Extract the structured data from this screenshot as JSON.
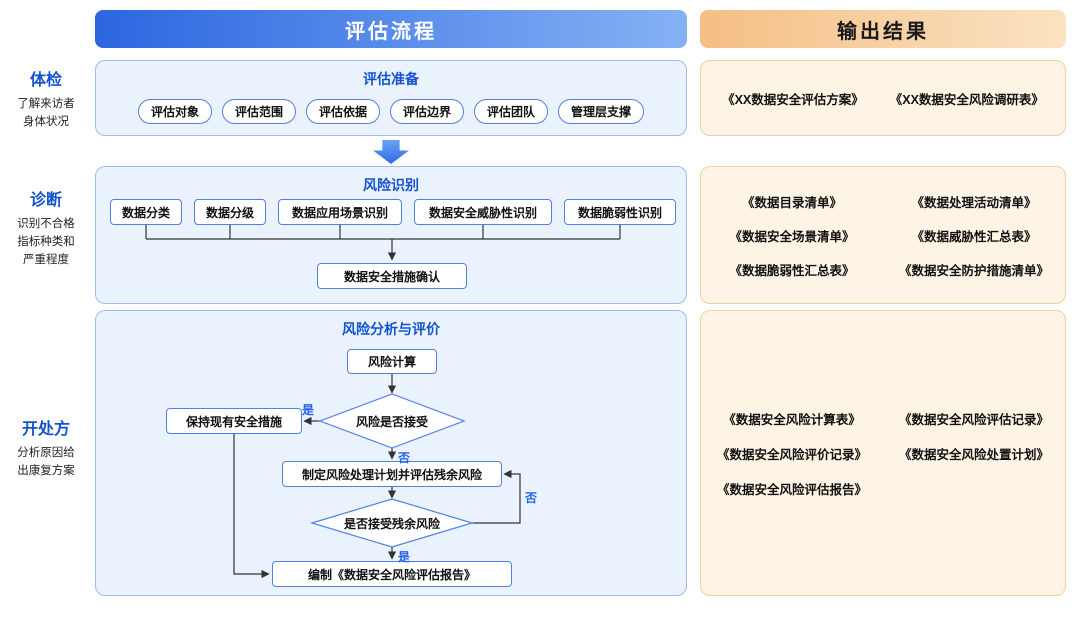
{
  "header": {
    "process_title": "评估流程",
    "output_title": "输出结果"
  },
  "stages": [
    {
      "name": "体检",
      "desc": "了解来访者\n身体状况"
    },
    {
      "name": "诊断",
      "desc": "识别不合格\n指标种类和\n严重程度"
    },
    {
      "name": "开处方",
      "desc": "分析原因给\n出康复方案"
    }
  ],
  "flow": {
    "prep": {
      "title": "评估准备",
      "pills": [
        "评估对象",
        "评估范围",
        "评估依据",
        "评估边界",
        "评估团队",
        "管理层支撑"
      ]
    },
    "identify": {
      "title": "风险识别",
      "boxes": [
        "数据分类",
        "数据分级",
        "数据应用场景识别",
        "数据安全威胁性识别",
        "数据脆弱性识别"
      ],
      "confirm": "数据安全措施确认"
    },
    "analysis": {
      "title": "风险分析与评价",
      "calc": "风险计算",
      "decision1": "风险是否接受",
      "keep": "保持现有安全措施",
      "plan": "制定风险处理计划并评估残余风险",
      "decision2": "是否接受残余风险",
      "report": "编制《数据安全风险评估报告》",
      "yes": "是",
      "no": "否"
    }
  },
  "outputs": {
    "section1": [
      "《XX数据安全评估方案》",
      "《XX数据安全风险调研表》"
    ],
    "section2": [
      [
        "《数据目录清单》",
        "《数据处理活动清单》"
      ],
      [
        "《数据安全场景清单》",
        "《数据威胁性汇总表》"
      ],
      [
        "《数据脆弱性汇总表》",
        "《数据安全防护措施清单》"
      ]
    ],
    "section3": [
      [
        "《数据安全风险计算表》",
        "《数据安全风险评估记录》"
      ],
      [
        "《数据安全风险评价记录》",
        "《数据安全风险处置计划》"
      ],
      [
        "《数据安全风险评估报告》",
        ""
      ]
    ]
  },
  "colors": {
    "accent_blue": "#2E6BE6",
    "accent_blue_light": "#85B2F4",
    "section_blue_bg": "#EAF2FD",
    "section_blue_border": "#9DBDF0",
    "node_border_blue": "#4F82E8",
    "title_blue": "#1453CF",
    "accent_orange": "#F5BE84",
    "section_orange_bg": "#FDF4E6",
    "section_orange_border": "#F2CFA4",
    "label_blue": "#2563EB"
  }
}
